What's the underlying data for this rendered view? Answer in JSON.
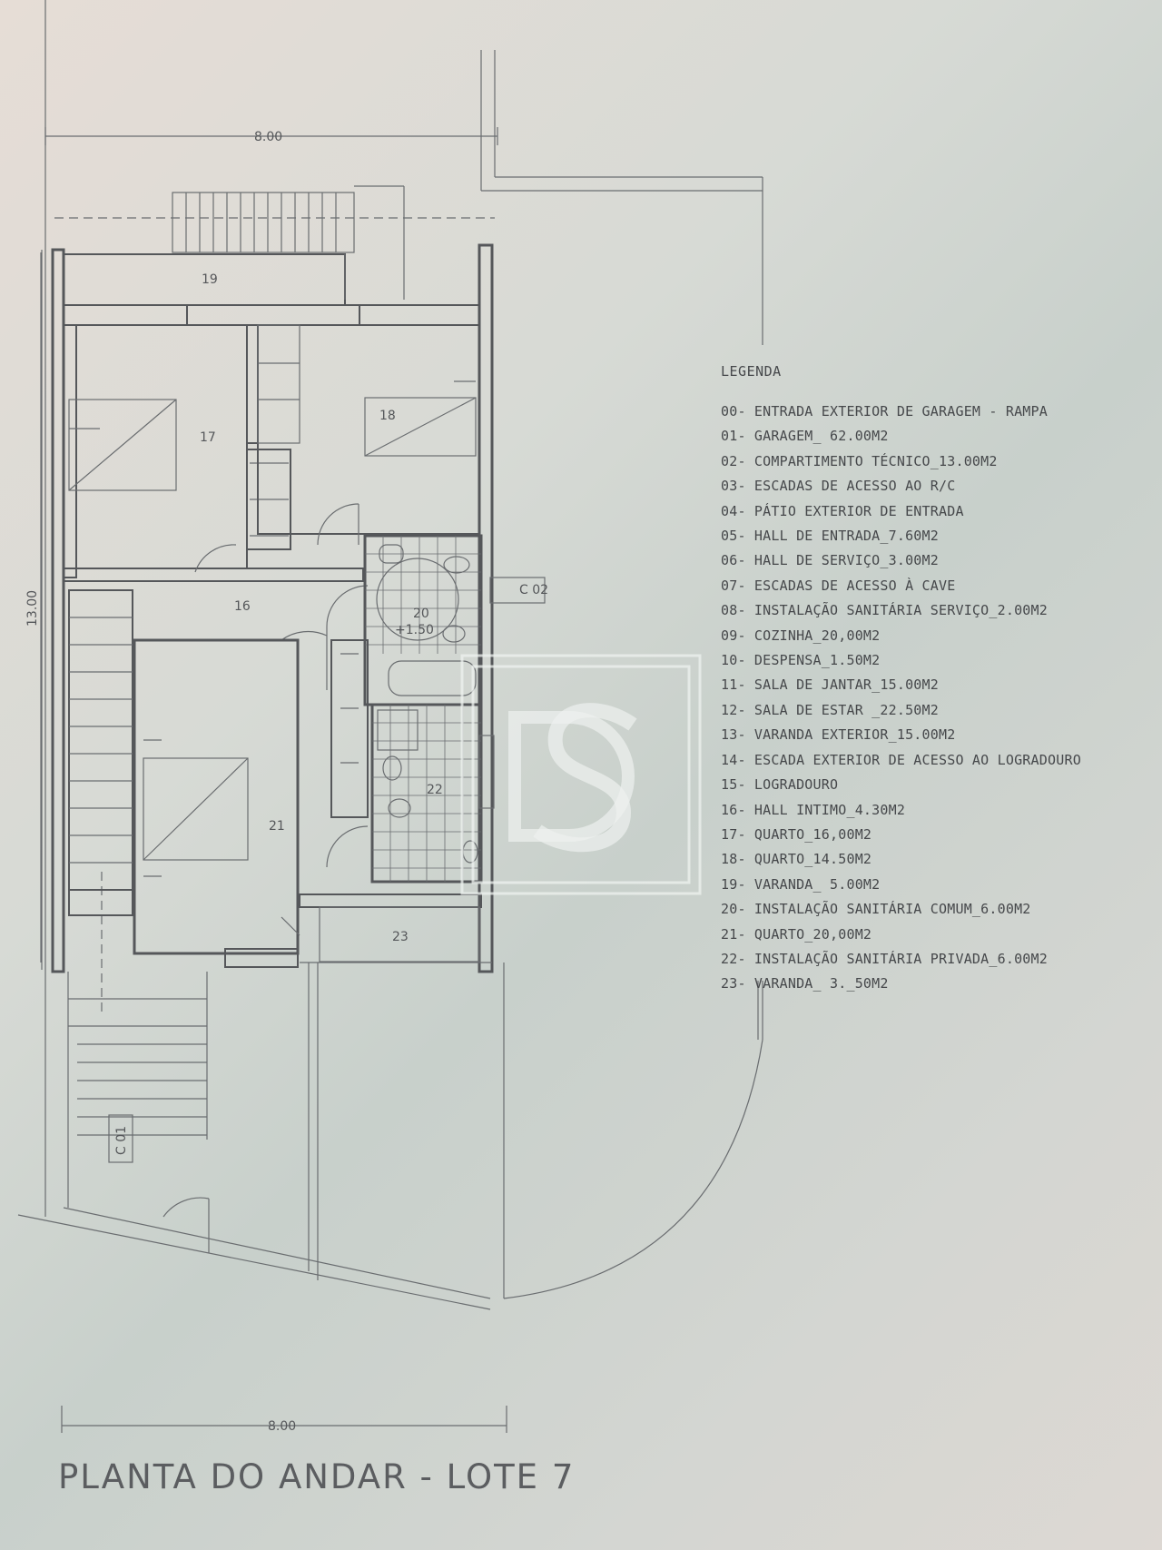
{
  "dimensions": {
    "top_width": "8.00",
    "bottom_width": "8.00",
    "depth": "13.00"
  },
  "rooms": [
    "19",
    "17",
    "18",
    "16",
    "20",
    "21",
    "22",
    "23"
  ],
  "annotations": {
    "section_c02": "C 02",
    "section_c01": "C 01",
    "level": "+1.50"
  },
  "legend": {
    "title": "LEGENDA",
    "items": [
      "00- ENTRADA EXTERIOR DE GARAGEM - RAMPA",
      "01- GARAGEM_ 62.00M2",
      "02- COMPARTIMENTO TÉCNICO_13.00M2",
      "03- ESCADAS DE ACESSO AO R/C",
      "04- PÁTIO EXTERIOR DE ENTRADA",
      "05- HALL DE ENTRADA_7.60M2",
      "06- HALL DE SERVIÇO_3.00M2",
      "07- ESCADAS DE ACESSO À CAVE",
      "08- INSTALAÇÃO SANITÁRIA SERVIÇO_2.00M2",
      "09- COZINHA_20,00M2",
      "10- DESPENSA_1.50M2",
      "11- SALA DE JANTAR_15.00M2",
      "12- SALA DE ESTAR _22.50M2",
      "13- VARANDA EXTERIOR_15.00M2",
      "14- ESCADA EXTERIOR DE ACESSO AO LOGRADOURO",
      "15- LOGRADOURO",
      "16- HALL INTIMO_4.30M2",
      "17- QUARTO_16,00M2",
      "18- QUARTO_14.50M2",
      "19- VARANDA_ 5.00M2",
      "20- INSTALAÇÃO SANITÁRIA COMUM_6.00M2",
      "21- QUARTO_20,00M2",
      "22- INSTALAÇÃO SANITÁRIA PRIVADA_6.00M2",
      "23- VARANDA_ 3._50M2"
    ]
  },
  "title": "PLANTA DO ANDAR - LOTE 7",
  "colors": {
    "line": "#55575a",
    "paper": "#d7dad5"
  },
  "watermark_icon": "ds-monogram-logo"
}
